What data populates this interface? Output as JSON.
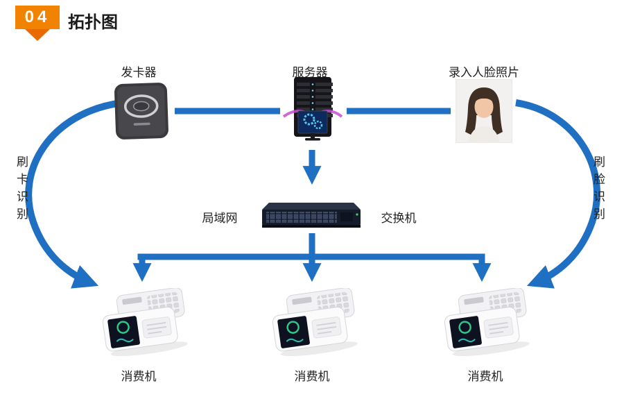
{
  "header": {
    "badge": "04",
    "title": "拓扑图"
  },
  "nodes": {
    "card_issuer": "发卡器",
    "server": "服务器",
    "face_entry": "录入人脸照片",
    "lan": "局域网",
    "switch": "交换机",
    "pos_left": "消费机",
    "pos_center": "消费机",
    "pos_right": "消费机"
  },
  "flows": {
    "left": "刷卡识别",
    "right": "刷脸识别"
  },
  "colors": {
    "line_blue": "#1f6fc2",
    "badge_orange": "#f28300",
    "badge_arrow_orange": "#e86a00"
  }
}
